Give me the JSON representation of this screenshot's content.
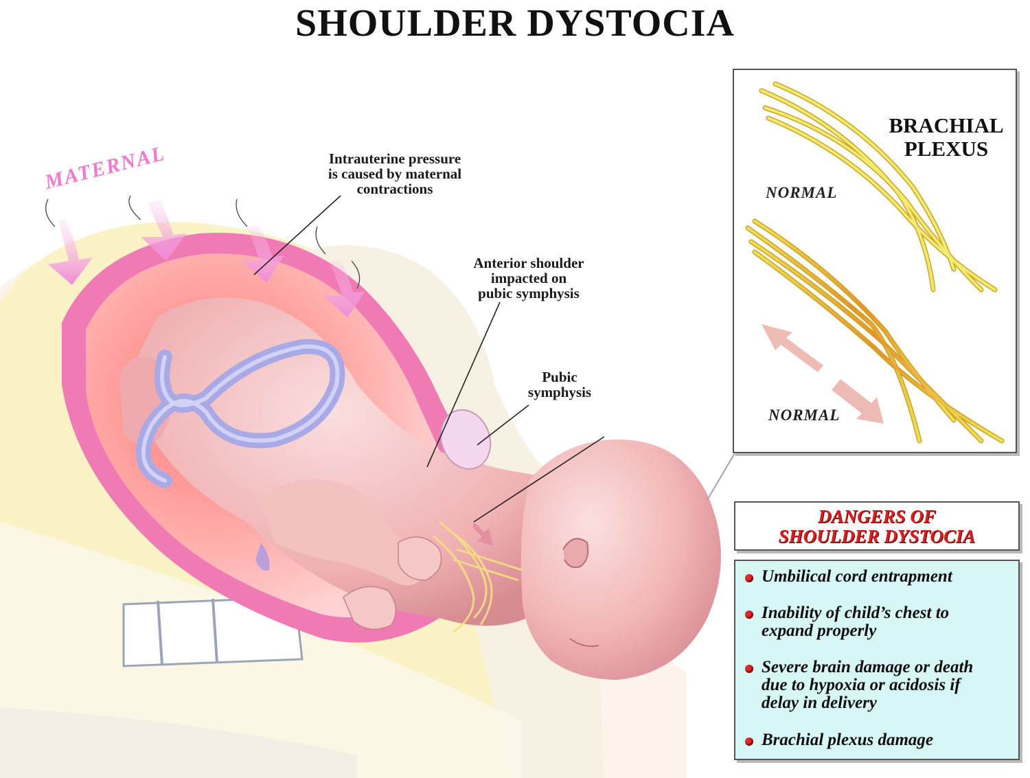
{
  "title": "SHOULDER DYSTOCIA",
  "main_labels": {
    "maternal": "MATERNAL",
    "intrauterine": [
      "Intrauterine pressure",
      "is caused by maternal",
      "contractions"
    ],
    "anterior_shoulder": [
      "Anterior shoulder",
      "impacted on",
      "pubic symphysis"
    ],
    "pubic_symphysis": [
      "Pubic",
      "symphysis"
    ]
  },
  "inset": {
    "title": [
      "BRACHIAL",
      "PLEXUS"
    ],
    "top_label": "NORMAL",
    "bottom_label": "NORMAL"
  },
  "dangers": {
    "heading": [
      "DANGERS OF",
      "SHOULDER DYSTOCIA"
    ],
    "items": [
      [
        "Umbilical cord entrapment"
      ],
      [
        "Inability of child’s chest to",
        "expand properly"
      ],
      [
        "Severe brain damage or death",
        "due to hypoxia or acidosis if",
        "delay in delivery"
      ],
      [
        "Brachial plexus damage"
      ]
    ]
  },
  "colors": {
    "maternal_text": "#f07ad0",
    "uterus_wall": "#f07ab4",
    "skin": "#f2b3b3",
    "umbilical_cord": "#a9a9e6",
    "nerves_normal": "#f0e25a",
    "nerves_stretched": "#e8922e",
    "dangers_heading": "#d81f1f",
    "dangers_background": "#d7f6f6",
    "bullet": "#e02a2a"
  }
}
